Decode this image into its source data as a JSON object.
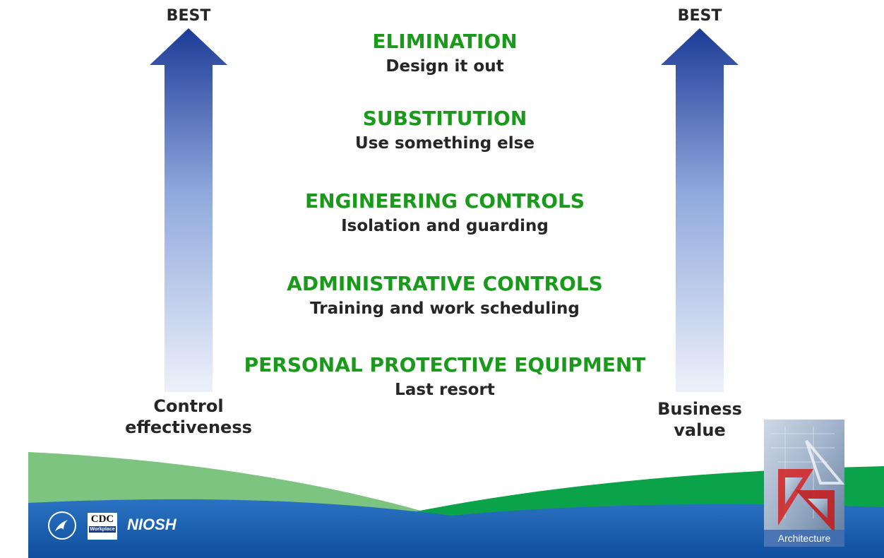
{
  "left_axis": {
    "top_label": "BEST",
    "bottom_label_line1": "Control",
    "bottom_label_line2": "effectiveness"
  },
  "right_axis": {
    "top_label": "BEST",
    "bottom_label_line1": "Business",
    "bottom_label_line2": "value"
  },
  "hierarchy": [
    {
      "title": "ELIMINATION",
      "subtitle": "Design it out"
    },
    {
      "title": "SUBSTITUTION",
      "subtitle": "Use something else"
    },
    {
      "title": "ENGINEERING CONTROLS",
      "subtitle": "Isolation and guarding"
    },
    {
      "title": "ADMINISTRATIVE CONTROLS",
      "subtitle": "Training and work scheduling"
    },
    {
      "title": "PERSONAL PROTECTIVE EQUIPMENT",
      "subtitle": "Last resort"
    }
  ],
  "footer": {
    "logo_cdc": "CDC",
    "logo_cdc_sub": "Workplace",
    "logo_niosh": "NIOSH",
    "architecture_label": "Architecture"
  },
  "colors": {
    "level_title": "#1a9a1a",
    "arrow_top": "#1f3f99",
    "arrow_bottom": "#e6ecf8",
    "footer_blue": "#1a5fae",
    "footer_green": "#0aa34a",
    "footer_light_green": "#7cc47f"
  }
}
